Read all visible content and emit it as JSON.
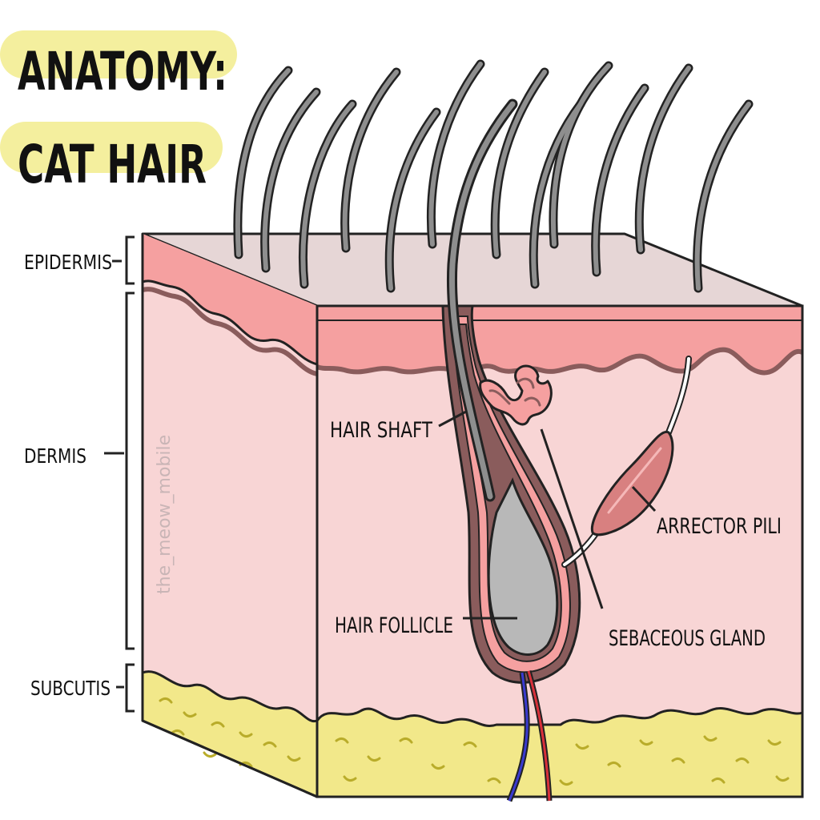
{
  "title": {
    "line1": "ANATOMY:",
    "line2": "CAT HAIR"
  },
  "layers": {
    "epidermis": "EPIDERMIS",
    "dermis": "DERMIS",
    "subcutis": "SUBCUTIS"
  },
  "parts": {
    "hair_shaft": "HAIR SHAFT",
    "hair_follicle": "HAIR FOLLICLE",
    "arrector_pili": "ARRECTOR PILI",
    "sebaceous_gland": "SEBACEOUS GLAND"
  },
  "watermark": "the_meow_mobile",
  "colors": {
    "title_highlight": "#f4ef9e",
    "skin_top": "#e6d6d6",
    "epidermis": "#f5a0a0",
    "dermis": "#f8d5d5",
    "subcutis": "#f2e88a",
    "fat_marks": "#b9ac2a",
    "hair": "#8e8e8e",
    "follicle_outer": "#8a5c5c",
    "follicle_inner": "#b8b8b8",
    "muscle": "#d88080",
    "artery": "#d9303a",
    "vein": "#3a3ad0",
    "outline": "#222222"
  }
}
